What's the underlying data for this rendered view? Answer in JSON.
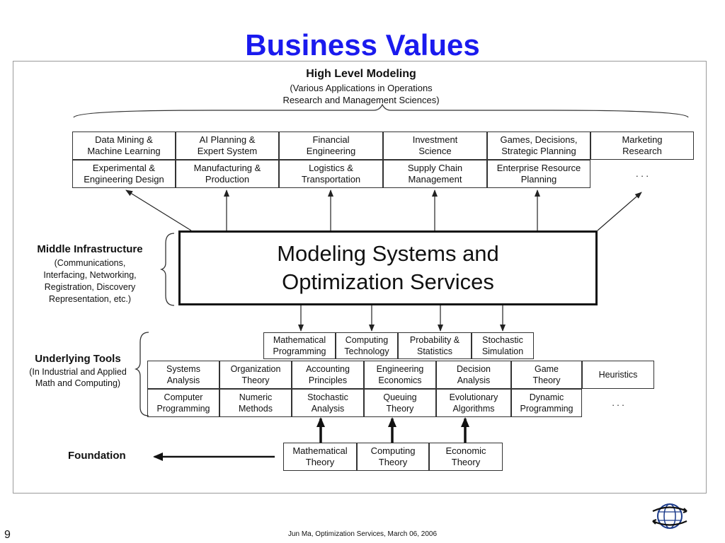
{
  "slide": {
    "title": "Business Values",
    "page_number": "9",
    "footer": "Jun Ma, Optimization Services, March 06, 2006"
  },
  "high_level": {
    "title": "High Level Modeling",
    "subtitle": "(Various Applications in Operations\nResearch and Management Sciences)",
    "row1": [
      "Data Mining &\nMachine Learning",
      "AI Planning &\nExpert System",
      "Financial\nEngineering",
      "Investment\nScience",
      "Games, Decisions,\nStrategic Planning",
      "Marketing\nResearch"
    ],
    "row2": [
      "Experimental &\nEngineering  Design",
      "Manufacturing &\nProduction",
      "Logistics &\nTransportation",
      "Supply Chain\nManagement",
      "Enterprise Resource\nPlanning",
      ". . ."
    ]
  },
  "middle": {
    "title": "Middle Infrastructure",
    "subtitle": "(Communications,\nInterfacing,  Networking,\nRegistration, Discovery\nRepresentation, etc.)",
    "core": "Modeling Systems and\nOptimization Services"
  },
  "tools": {
    "title": "Underlying Tools",
    "subtitle": "(In Industrial and Applied\nMath and Computing)",
    "top": [
      "Mathematical\nProgramming",
      "Computing\nTechnology",
      "Probability &\nStatistics",
      "Stochastic\nSimulation"
    ],
    "row1": [
      "Systems\nAnalysis",
      "Organization\nTheory",
      "Accounting\nPrinciples",
      "Engineering\nEconomics",
      "Decision\nAnalysis",
      "Game\nTheory",
      "Heuristics"
    ],
    "row2": [
      "Computer\nProgramming",
      "Numeric\nMethods",
      "Stochastic\nAnalysis",
      "Queuing\nTheory",
      "Evolutionary\nAlgorithms",
      "Dynamic\nProgramming",
      ". . ."
    ]
  },
  "foundation": {
    "title": "Foundation",
    "items": [
      "Mathematical\nTheory",
      "Computing\nTheory",
      "Economic\nTheory"
    ]
  },
  "colors": {
    "title": "#1a1aee",
    "line": "#333333",
    "border": "#9a9a9a"
  },
  "icons": {
    "logo": "globe-os-logo-icon"
  }
}
